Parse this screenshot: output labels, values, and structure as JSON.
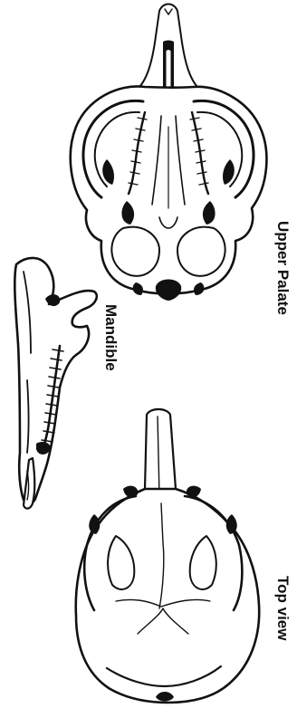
{
  "labels": {
    "upper_palate": "Upper Palate",
    "mandible": "Mandible",
    "top_view": "Top view"
  },
  "colors": {
    "ink": "#111111",
    "background": "#ffffff"
  }
}
